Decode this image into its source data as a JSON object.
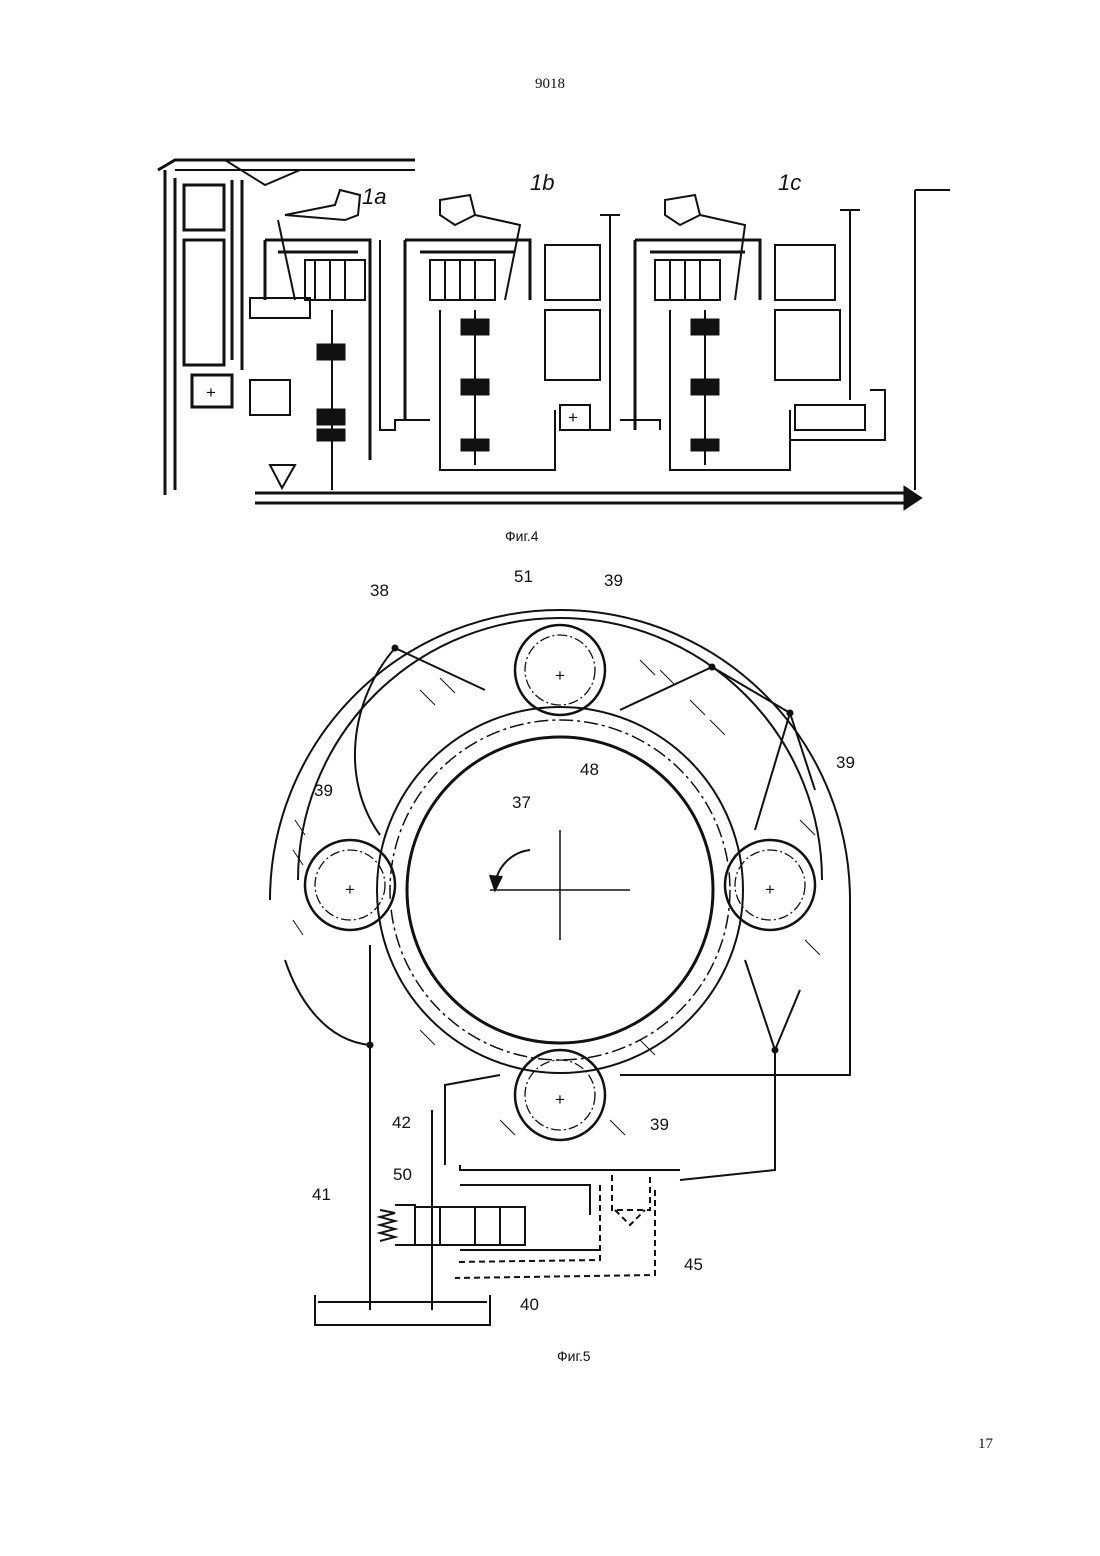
{
  "page": {
    "number_top": "9018",
    "number_bottom": "17"
  },
  "fig4": {
    "caption": "Фиг.4",
    "labels": {
      "unit_a": "1a",
      "unit_b": "1b",
      "unit_c": "1c"
    },
    "signs": {
      "plus": "+"
    }
  },
  "fig5": {
    "caption": "Фиг.5",
    "labels": {
      "housing": "38",
      "gear_top_ref": "51",
      "gear_top": "39",
      "gear_left": "39",
      "gear_right": "39",
      "gear_bottom": "39",
      "center_gear": "37",
      "port": "48",
      "line_42": "42",
      "line_41": "41",
      "spring": "50",
      "valve": "40",
      "block": "45"
    },
    "signs": {
      "plus": "+"
    }
  }
}
